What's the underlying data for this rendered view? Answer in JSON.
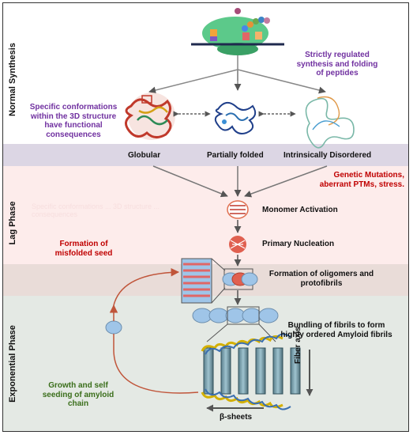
{
  "phases": {
    "normal": "Normal Synthesis",
    "lag": "Lag Phase",
    "exponential": "Exponential Phase"
  },
  "labels": {
    "regulated": "Strictly regulated synthesis and folding of peptides",
    "specific": "Specific conformations within the 3D structure have functional consequences",
    "globular": "Globular",
    "partially": "Partially folded",
    "disordered": "Intrinsically Disordered",
    "genetic": "Genetic Mutations, aberrant PTMs, stress.",
    "ghost": "Specific conformations ... 3D structure ... consequences",
    "monomer": "Monomer Activation",
    "primary": "Primary Nucleation",
    "misfolded": "Formation of misfolded seed",
    "oligomers": "Formation of oligomers and protofibrils",
    "bundling": "Bundling of fibrils to form highly ordered Amyloid fibrils",
    "growth": "Growth and self seeding  of amyloid chain",
    "fiber_axis": "Fiber axis",
    "beta_sheets": "β-sheets"
  },
  "colors": {
    "purple_text": "#7030a0",
    "red_text": "#c00000",
    "green_text": "#3a6e1a",
    "band_synthesis": "#ffffff",
    "band_forms": "#dcd6e4",
    "band_lag": "#fdeceb",
    "band_oligomer": "#e9dcd8",
    "band_exponential": "#e4e9e4",
    "bead": "#9fc5e8",
    "nucleus": "#e06040",
    "arrow": "#555555",
    "feedback_arrow": "#c0553a"
  }
}
